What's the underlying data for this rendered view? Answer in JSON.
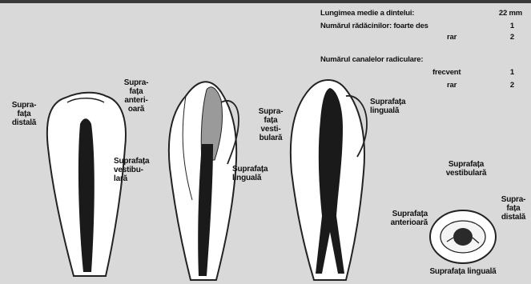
{
  "info": {
    "length_label": "Lungimea medie a dintelui:",
    "length_value": "22 mm",
    "roots_label": "Numărul rădăcinilor: foarte des",
    "roots_value_1": "1",
    "roots_rare_label": "rar",
    "roots_value_2": "2",
    "canals_label": "Numărul canalelor radiculare:",
    "canals_frequent_label": "frecvent",
    "canals_value_1": "1",
    "canals_rare_label": "rar",
    "canals_value_2": "2"
  },
  "views": {
    "view1": {
      "left_label": "Supra-\nfața\ndistală",
      "right_label": "Supra-\nfața\nanteri-\noară"
    },
    "view2": {
      "left_label": "Suprafața\nvestibu-\nlară",
      "right_label": "Suprafața\nlinguală"
    },
    "view3": {
      "left_label": "Supra-\nfața\nvesti-\nbulară",
      "right_label": "Suprafața\nlinguală"
    },
    "cross_section": {
      "top_label": "Suprafața\nvestibulară",
      "right_label": "Supra-\nfața\ndistală",
      "left_label": "Suprafața\nanterioară",
      "bottom_label": "Suprafața linguală"
    }
  }
}
